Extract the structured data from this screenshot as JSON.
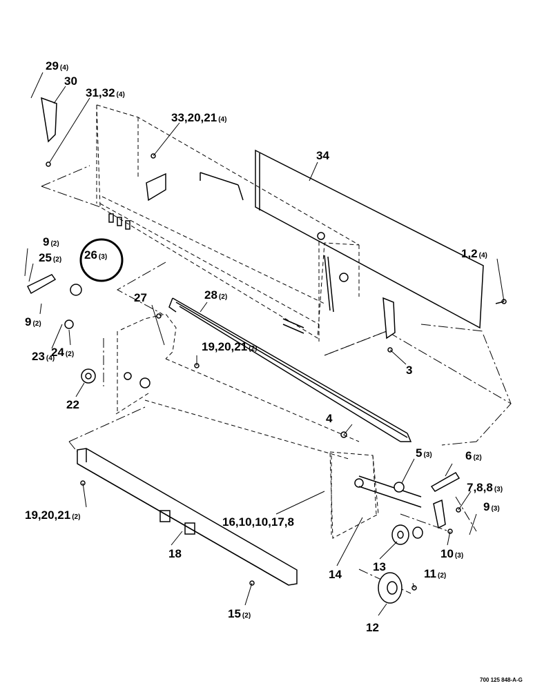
{
  "callouts": [
    {
      "id": "c29",
      "label": "29",
      "qty": "(4)"
    },
    {
      "id": "c30",
      "label": "30",
      "qty": ""
    },
    {
      "id": "c31",
      "label": "31,32",
      "qty": "(4)"
    },
    {
      "id": "c33",
      "label": "33,20,21",
      "qty": "(4)"
    },
    {
      "id": "c34",
      "label": "34",
      "qty": ""
    },
    {
      "id": "c9a",
      "label": "9",
      "qty": "(2)"
    },
    {
      "id": "c25",
      "label": "25",
      "qty": "(2)"
    },
    {
      "id": "c26",
      "label": "26",
      "qty": "(3)"
    },
    {
      "id": "c1",
      "label": "1,2",
      "qty": "(4)"
    },
    {
      "id": "c27",
      "label": "27",
      "qty": ""
    },
    {
      "id": "c28",
      "label": "28",
      "qty": "(2)"
    },
    {
      "id": "c9b",
      "label": "9",
      "qty": "(2)"
    },
    {
      "id": "c23",
      "label": "23",
      "qty": "(4)"
    },
    {
      "id": "c24",
      "label": "24",
      "qty": "(2)"
    },
    {
      "id": "c19a",
      "label": "19,20,21",
      "qty": "(2)"
    },
    {
      "id": "c3",
      "label": "3",
      "qty": ""
    },
    {
      "id": "c22",
      "label": "22",
      "qty": ""
    },
    {
      "id": "c4",
      "label": "4",
      "qty": ""
    },
    {
      "id": "c5",
      "label": "5",
      "qty": "(3)"
    },
    {
      "id": "c6",
      "label": "6",
      "qty": "(2)"
    },
    {
      "id": "c7",
      "label": "7,8,8",
      "qty": "(3)"
    },
    {
      "id": "c9c",
      "label": "9",
      "qty": "(3)"
    },
    {
      "id": "c19b",
      "label": "19,20,21",
      "qty": "(2)"
    },
    {
      "id": "c16",
      "label": "16,10,10,17,8",
      "qty": ""
    },
    {
      "id": "c18",
      "label": "18",
      "qty": ""
    },
    {
      "id": "c10",
      "label": "10",
      "qty": "(3)"
    },
    {
      "id": "c13",
      "label": "13",
      "qty": ""
    },
    {
      "id": "c14",
      "label": "14",
      "qty": ""
    },
    {
      "id": "c11",
      "label": "11",
      "qty": "(2)"
    },
    {
      "id": "c15",
      "label": "15",
      "qty": "(2)"
    },
    {
      "id": "c12",
      "label": "12",
      "qty": ""
    }
  ],
  "document_id": "700 125 848-A-G"
}
